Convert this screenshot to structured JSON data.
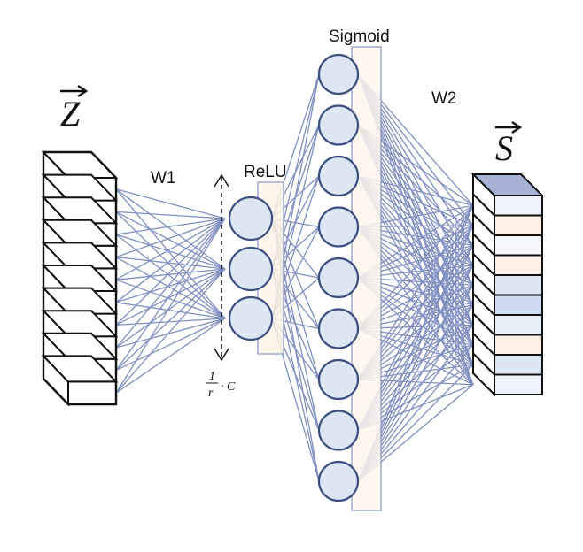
{
  "labels": {
    "z_vector": "Z",
    "s_vector": "S",
    "w1": "W1",
    "w2": "W2",
    "relu": "ReLU",
    "sigmoid": "Sigmoid",
    "scale_num": "1",
    "scale_den": "r",
    "scale_mul": "· C"
  },
  "layers": {
    "input_blocks": 10,
    "hidden_nodes": 3,
    "sigmoid_nodes": 9,
    "output_blocks": 10
  },
  "colors": {
    "edge": "#7f8fc0",
    "node_fill": "#dde6f3",
    "node_stroke": "#3c4f80",
    "relu_band": "#fdf3e7",
    "sigmoid_band": "#fdf6ee",
    "output_top": "#a7b3d6",
    "output_side": "#ffffff",
    "output_front": [
      "#eef3fa",
      "#fbf0e3",
      "#f5f7fb",
      "#fbf0e3",
      "#dde6f3",
      "#cfdcef",
      "#e8eef7",
      "#fbf0e3",
      "#dde6f3",
      "#eef3fa"
    ]
  }
}
